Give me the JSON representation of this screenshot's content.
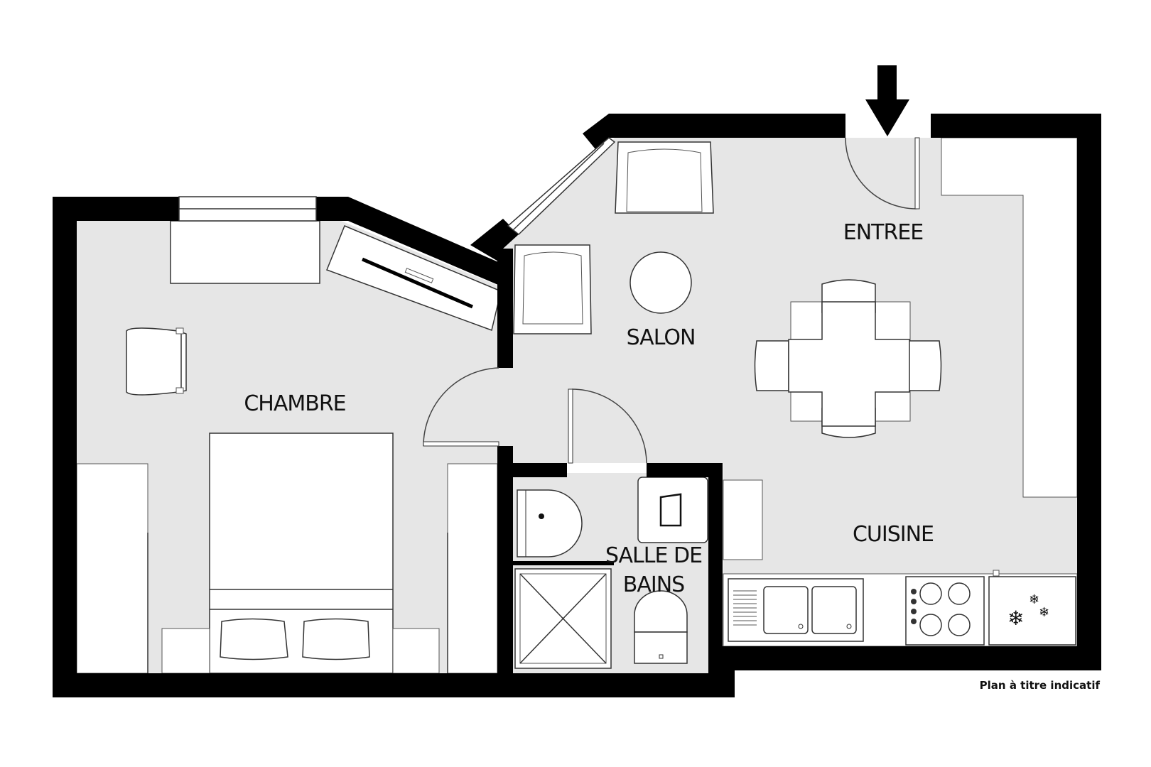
{
  "plan": {
    "rooms": [
      {
        "id": "entree",
        "label": "ENTREE"
      },
      {
        "id": "salon",
        "label": "SALON"
      },
      {
        "id": "chambre",
        "label": "CHAMBRE"
      },
      {
        "id": "cuisine",
        "label": "CUISINE"
      },
      {
        "id": "salle-de-bains",
        "label_line1": "SALLE DE",
        "label_line2": "BAINS"
      }
    ],
    "note": "Plan à titre indicatif",
    "colors": {
      "wall": "#000000",
      "floor": "#e6e6e6",
      "furniture": "#ffffff"
    },
    "icons": [
      "entrance-arrow-icon",
      "snowflake-icon"
    ]
  }
}
